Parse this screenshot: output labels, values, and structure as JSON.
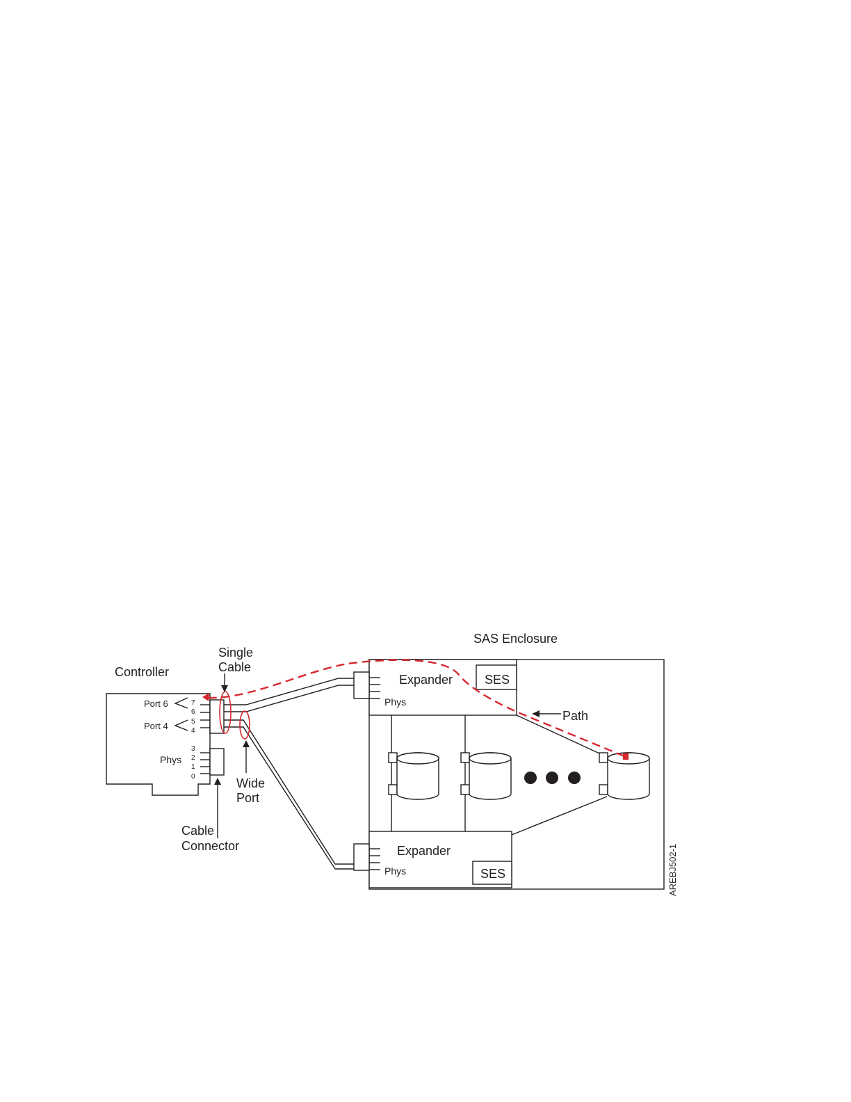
{
  "diagram": {
    "title": "SAS Enclosure",
    "figure_id": "AREBJ502-1",
    "controller": {
      "label": "Controller",
      "port6_label": "Port 6",
      "port4_label": "Port 4",
      "phys_label": "Phys",
      "phy_numbers": [
        "7",
        "6",
        "5",
        "4",
        "3",
        "2",
        "1",
        "0"
      ]
    },
    "callouts": {
      "single_cable_line1": "Single",
      "single_cable_line2": "Cable",
      "wide_port_line1": "Wide",
      "wide_port_line2": "Port",
      "cable_connector_line1": "Cable",
      "cable_connector_line2": "Connector",
      "path": "Path"
    },
    "expander_top": {
      "label": "Expander",
      "phys_label": "Phys",
      "ses_label": "SES"
    },
    "expander_bottom": {
      "label": "Expander",
      "phys_label": "Phys",
      "ses_label": "SES"
    },
    "colors": {
      "path": "#d7282f",
      "line": "#231f20"
    }
  }
}
